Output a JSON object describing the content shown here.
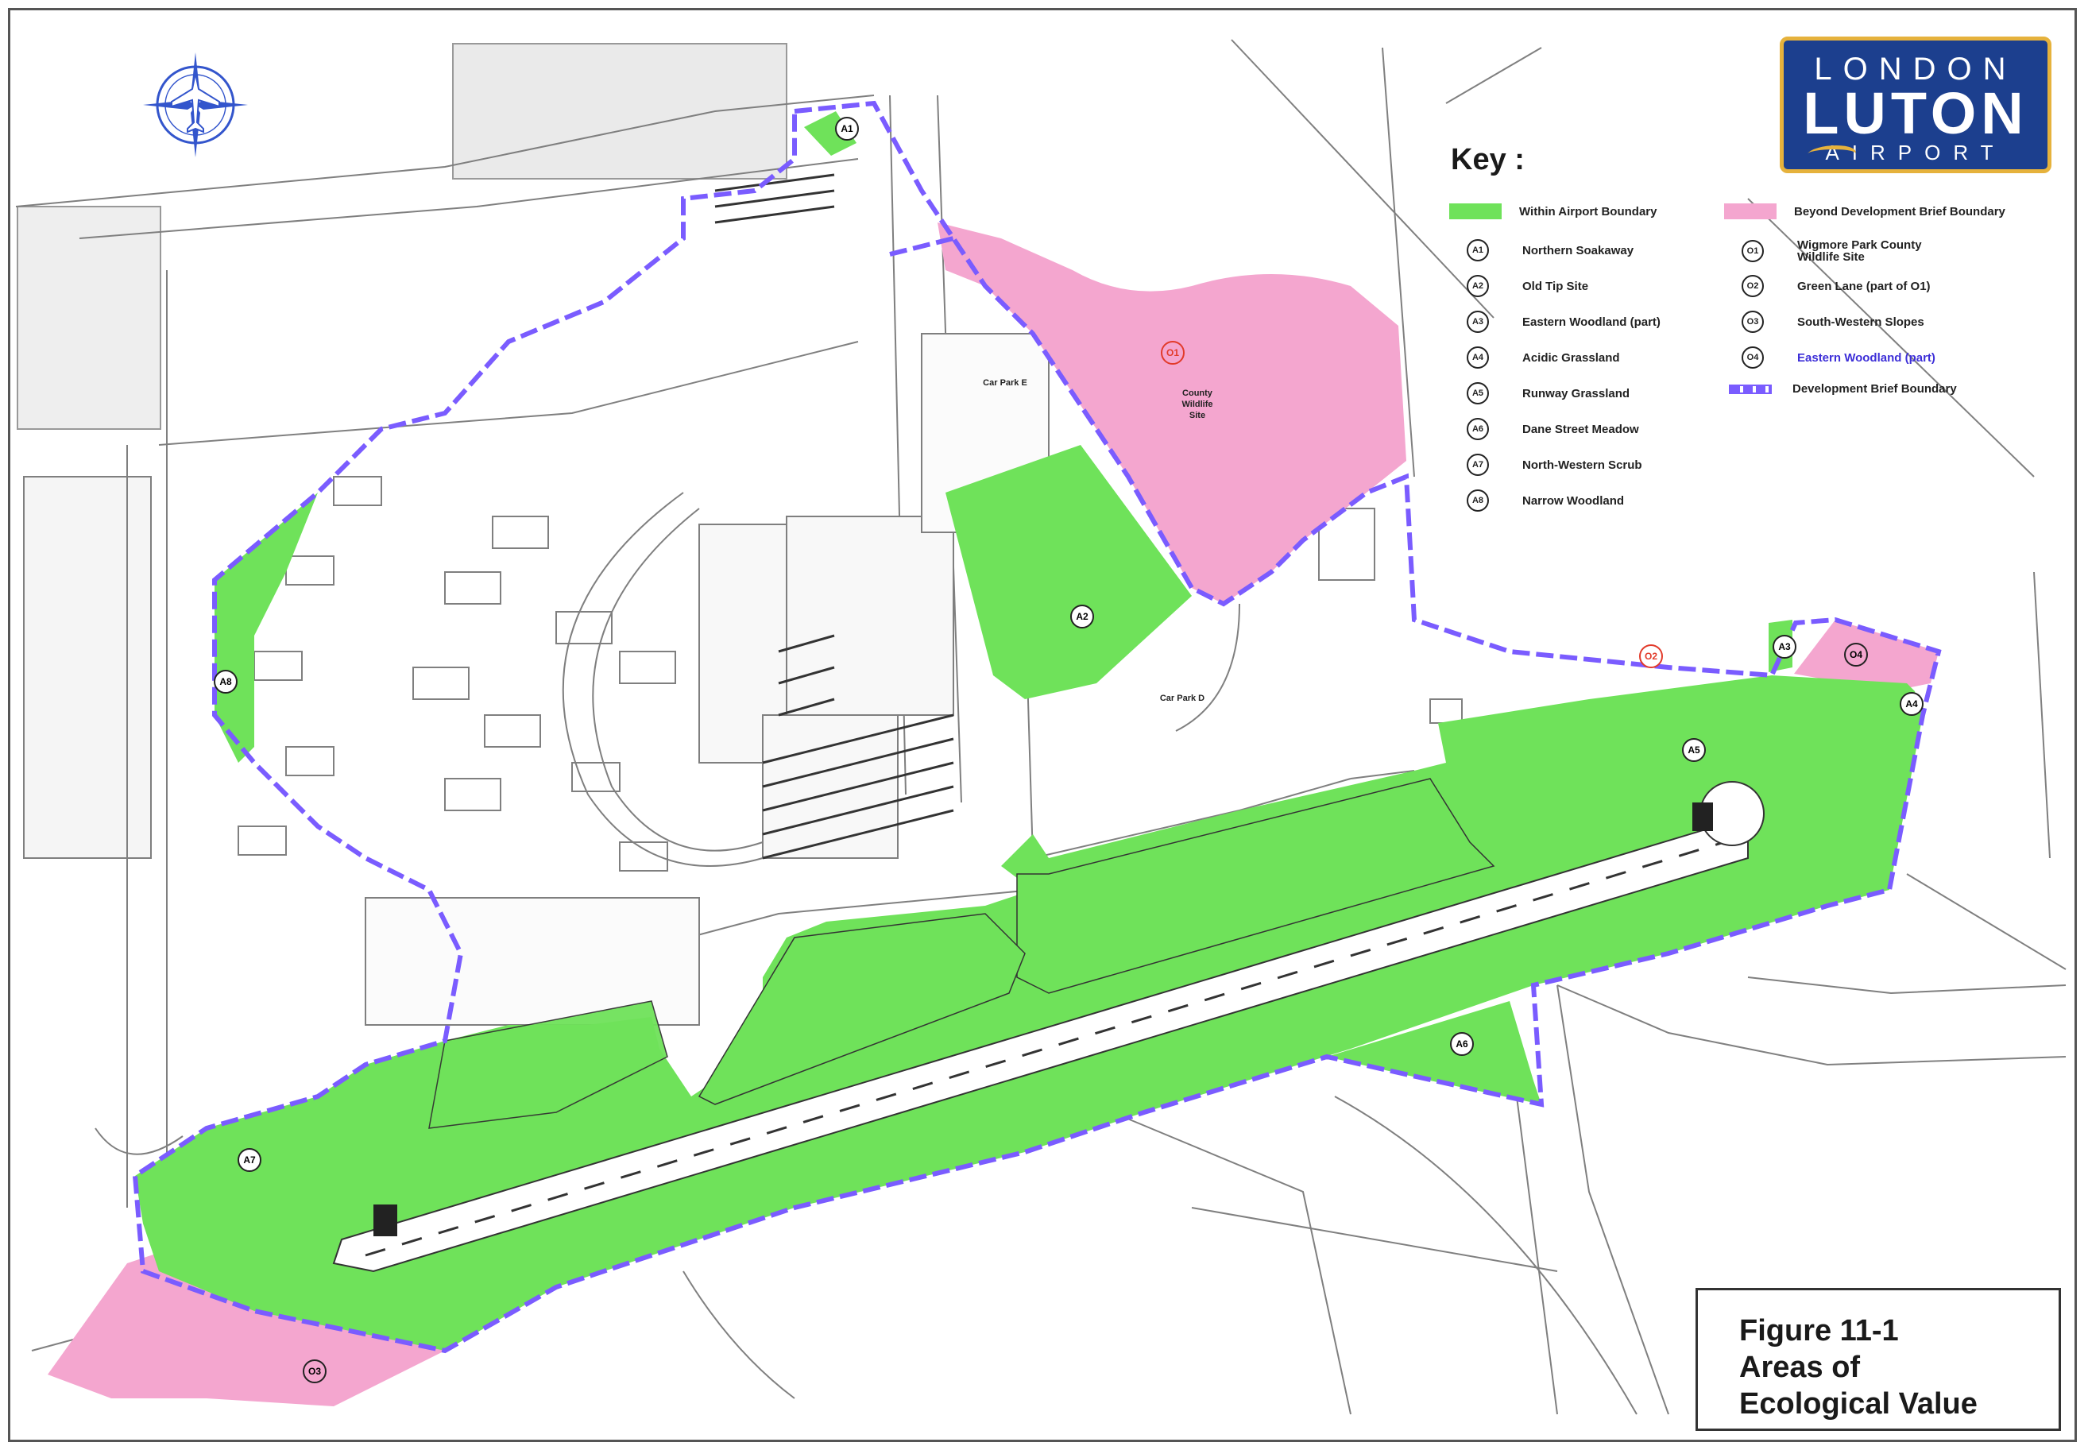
{
  "logo": {
    "line1": "LONDON",
    "line2": "LUTON",
    "line3": "AIRPORT"
  },
  "key": {
    "title": "Key :",
    "items_left": [
      {
        "id": "",
        "label": "Within Airport Boundary",
        "kind": "swatch",
        "color": "#6fe25a"
      },
      {
        "id": "A1",
        "label": "Northern Soakaway",
        "kind": "badge"
      },
      {
        "id": "A2",
        "label": "Old Tip Site",
        "kind": "badge"
      },
      {
        "id": "A3",
        "label": "Eastern Woodland (part)",
        "kind": "badge"
      },
      {
        "id": "A4",
        "label": "Acidic Grassland",
        "kind": "badge"
      },
      {
        "id": "A5",
        "label": "Runway Grassland",
        "kind": "badge"
      },
      {
        "id": "A6",
        "label": "Dane Street Meadow",
        "kind": "badge"
      },
      {
        "id": "A7",
        "label": "North-Western Scrub",
        "kind": "badge"
      },
      {
        "id": "A8",
        "label": "Narrow Woodland",
        "kind": "badge"
      }
    ],
    "items_right": [
      {
        "id": "",
        "label": "Beyond Development Brief Boundary",
        "kind": "swatch",
        "color": "#f4a6cf"
      },
      {
        "id": "O1",
        "label": "Wigmore Park County Wildlife Site",
        "kind": "badge-red"
      },
      {
        "id": "O2",
        "label": "Green Lane (part of O1)",
        "kind": "badge-red"
      },
      {
        "id": "O3",
        "label": "South-Western Slopes",
        "kind": "badge-red"
      },
      {
        "id": "O4",
        "label": "Eastern Woodland (part)",
        "kind": "badge-red-blue"
      },
      {
        "id": "",
        "label": "Development Brief Boundary",
        "kind": "boundary"
      }
    ]
  },
  "map_labels": {
    "car_park_e": "Car Park E",
    "car_park_d": "Car Park D",
    "county_wildlife_site": [
      "County",
      "Wildlife",
      "Site"
    ]
  },
  "markers": {
    "A1": "A1",
    "A2": "A2",
    "A3": "A3",
    "A4": "A4",
    "A5": "A5",
    "A6": "A6",
    "A7": "A7",
    "A8": "A8",
    "O1": "O1",
    "O2": "O2",
    "O3": "O3",
    "O4": "O4"
  },
  "colors": {
    "green": "#6fe25a",
    "pink": "#f4a6cf",
    "boundary": "#7a5cff",
    "logo_bg": "#1c3f8e",
    "logo_accent": "#e6b23c",
    "red_label": "#e23a2a"
  },
  "figure": {
    "line1": "Figure 11-1",
    "line2": "Areas of",
    "line3": "Ecological Value"
  }
}
